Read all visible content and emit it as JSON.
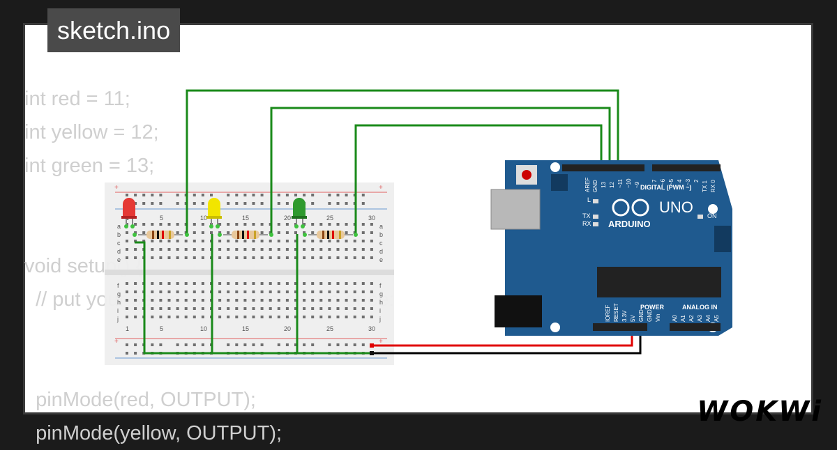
{
  "file_tab": {
    "label": "sketch.ino"
  },
  "code_lines": [
    "int red = 11;",
    "int yellow = 12;",
    "int green = 13;",
    "",
    "",
    "void setup() {",
    "  // put your setup code here, to run once:",
    "",
    "",
    "  pinMode(red, OUTPUT);",
    "  pinMode(yellow, OUTPUT);"
  ],
  "breadboard": {
    "col_labels": [
      "1",
      "5",
      "10",
      "15",
      "20",
      "25",
      "30"
    ],
    "row_labels_top": [
      "a",
      "b",
      "c",
      "d",
      "e"
    ],
    "row_labels_bottom": [
      "f",
      "g",
      "h",
      "i",
      "j"
    ],
    "rail_plus": "+",
    "rail_minus": "-"
  },
  "leds": [
    {
      "name": "red-led",
      "color": "#e53935"
    },
    {
      "name": "yellow-led",
      "color": "#f2e500"
    },
    {
      "name": "green-led",
      "color": "#2e9a2e"
    }
  ],
  "arduino": {
    "brand": "ARDUINO",
    "model": "UNO",
    "on_label": "ON",
    "l_label": "L",
    "tx_label": "TX",
    "rx_label": "RX",
    "digital_header": "DIGITAL (PWM ~)",
    "power_header": "POWER",
    "analog_header": "ANALOG IN",
    "digital_pins": [
      "AREF",
      "GND",
      "13",
      "12",
      "~11",
      "~10",
      "~9",
      "8",
      "7",
      "~6",
      "~5",
      "4",
      "~3",
      "2",
      "TX 1",
      "RX 0"
    ],
    "power_pins": [
      "IOREF",
      "RESET",
      "3.3V",
      "5V",
      "GND",
      "GND",
      "Vin"
    ],
    "analog_pins": [
      "A0",
      "A1",
      "A2",
      "A3",
      "A4",
      "A5"
    ],
    "board_color": "#1f5a8f"
  },
  "wire_colors": {
    "signal": "#1a8a1a",
    "power": "#e00000",
    "ground": "#000000"
  },
  "logo": {
    "text": "WOKWi"
  }
}
